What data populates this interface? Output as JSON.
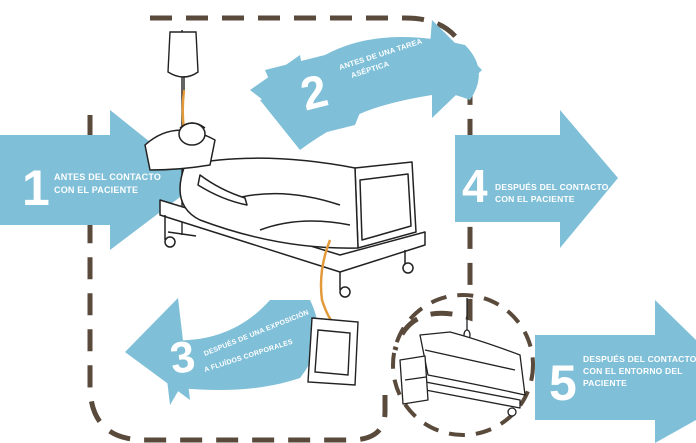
{
  "colors": {
    "arrow": "#7fbfd8",
    "outline": "#222222",
    "dash": "#5a4a3c",
    "tube": "#e39a3b",
    "text": "#ffffff"
  },
  "steps": [
    {
      "number": "1",
      "lines": [
        "ANTES DEL CONTACTO",
        "CON EL PACIENTE"
      ]
    },
    {
      "number": "2",
      "lines": [
        "ANTES DE UNA TAREA",
        "ASÉPTICA"
      ]
    },
    {
      "number": "3",
      "lines": [
        "DESPUÉS DE UNA EXPOSICIÓN",
        "A FLUÍDOS CORPORALES"
      ]
    },
    {
      "number": "4",
      "lines": [
        "DESPUÉS DEL CONTACTO",
        "CON EL PACIENTE"
      ]
    },
    {
      "number": "5",
      "lines": [
        "DESPUÉS DEL CONTACTO",
        "CON EL ENTORNO DEL",
        "PACIENTE"
      ]
    }
  ],
  "icons": {
    "main": "hospital-bed-with-patient",
    "secondary": "empty-hospital-bed"
  }
}
